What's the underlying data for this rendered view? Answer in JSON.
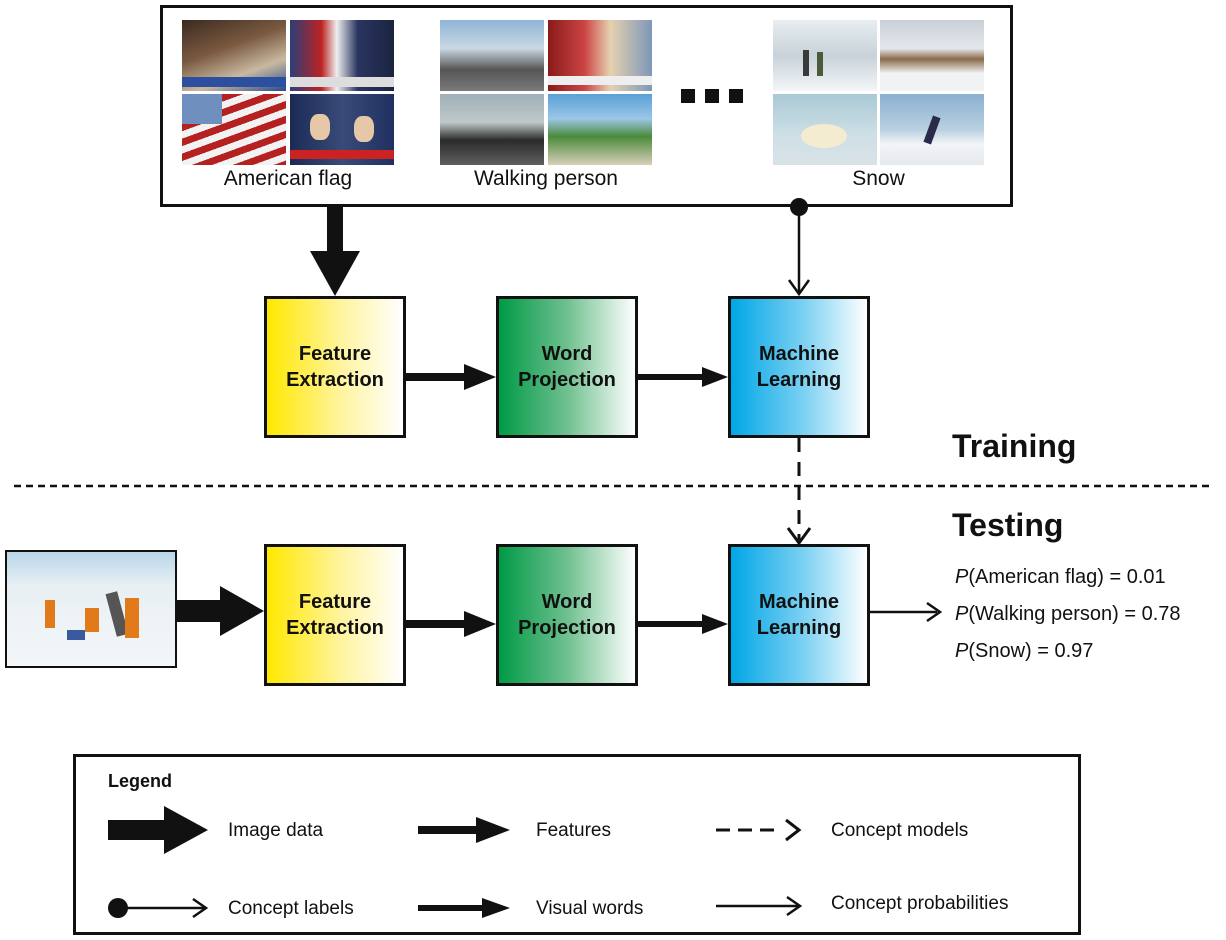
{
  "training_groups": [
    {
      "label": "American flag"
    },
    {
      "label": "Walking person"
    },
    {
      "label": "Snow"
    }
  ],
  "ellipsis_icon": "ellipsis-dots",
  "pipeline": {
    "feature_extraction": "Feature\nExtraction",
    "word_projection": "Word\nProjection",
    "machine_learning": "Machine\nLearning"
  },
  "sections": {
    "training": "Training",
    "testing": "Testing"
  },
  "probabilities": [
    {
      "concept": "American flag",
      "value": "0.01"
    },
    {
      "concept": "Walking person",
      "value": "0.78"
    },
    {
      "concept": "Snow",
      "value": "0.97"
    }
  ],
  "legend": {
    "title": "Legend",
    "items": {
      "image_data": "Image data",
      "features": "Features",
      "concept_models": "Concept models",
      "concept_labels": "Concept labels",
      "visual_words": "Visual words",
      "concept_probabilities": "Concept probabilities"
    }
  },
  "colors": {
    "feature_extraction": "#ffe800",
    "word_projection": "#009a46",
    "machine_learning": "#00a6e6",
    "stroke": "#111111"
  }
}
